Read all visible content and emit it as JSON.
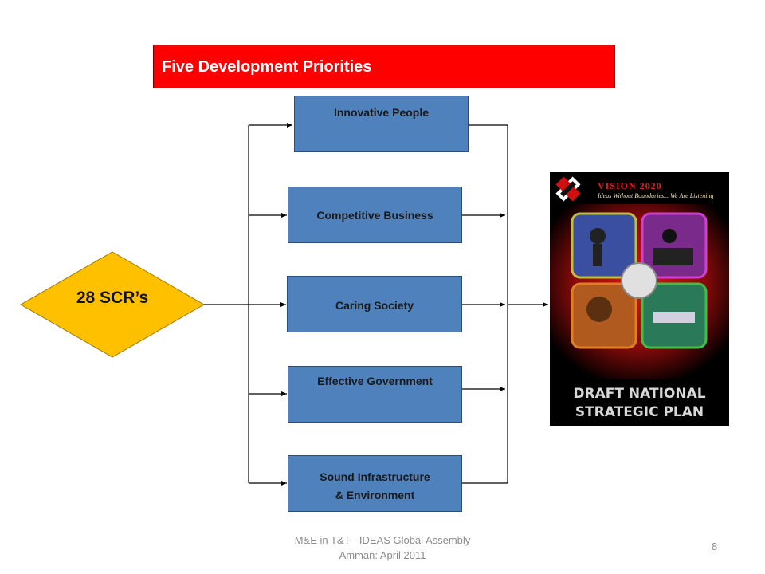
{
  "title": "Five Development Priorities",
  "source_node": "28 SCR’s",
  "priorities": [
    {
      "label": "Innovative People"
    },
    {
      "label": "Competitive Business"
    },
    {
      "label": "Caring Society"
    },
    {
      "label": "Effective Government"
    },
    {
      "label_line1": "Sound Infrastructure",
      "label_line2": "& Environment"
    }
  ],
  "poster": {
    "brand": "VISION 2020",
    "tagline": "Ideas Without Boundaries... We Are Listening",
    "caption_line1": "DRAFT NATIONAL",
    "caption_line2": "STRATEGIC PLAN"
  },
  "footer": {
    "line1": "M&E in T&T - IDEAS Global Assembly",
    "line2": "Amman: April 2011",
    "page_number": "8"
  },
  "colors": {
    "title_bg": "#ff0000",
    "box_fill": "#4f81bd",
    "diamond_fill": "#ffc000"
  }
}
